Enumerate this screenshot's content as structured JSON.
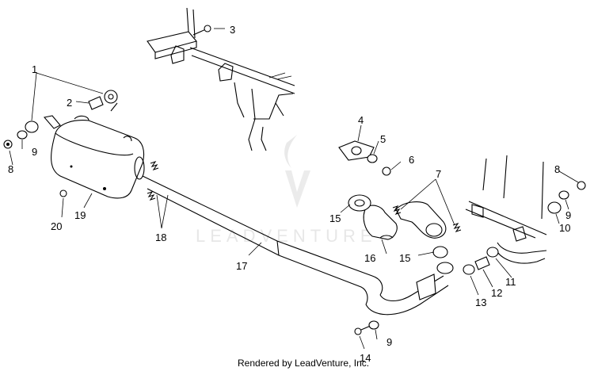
{
  "diagram": {
    "watermark": "LEADVENTURE",
    "footer": "Rendered by LeadVenture, Inc.",
    "callouts": [
      {
        "id": "1",
        "label": "1"
      },
      {
        "id": "2",
        "label": "2"
      },
      {
        "id": "3",
        "label": "3"
      },
      {
        "id": "4",
        "label": "4"
      },
      {
        "id": "5",
        "label": "5"
      },
      {
        "id": "6",
        "label": "6"
      },
      {
        "id": "7",
        "label": "7"
      },
      {
        "id": "8a",
        "label": "8"
      },
      {
        "id": "8b",
        "label": "8"
      },
      {
        "id": "9a",
        "label": "9"
      },
      {
        "id": "9b",
        "label": "9"
      },
      {
        "id": "9c",
        "label": "9"
      },
      {
        "id": "10",
        "label": "10"
      },
      {
        "id": "11",
        "label": "11"
      },
      {
        "id": "12",
        "label": "12"
      },
      {
        "id": "13",
        "label": "13"
      },
      {
        "id": "14",
        "label": "14"
      },
      {
        "id": "15a",
        "label": "15"
      },
      {
        "id": "15b",
        "label": "15"
      },
      {
        "id": "16",
        "label": "16"
      },
      {
        "id": "17",
        "label": "17"
      },
      {
        "id": "18",
        "label": "18"
      },
      {
        "id": "19",
        "label": "19"
      },
      {
        "id": "20",
        "label": "20"
      }
    ]
  }
}
